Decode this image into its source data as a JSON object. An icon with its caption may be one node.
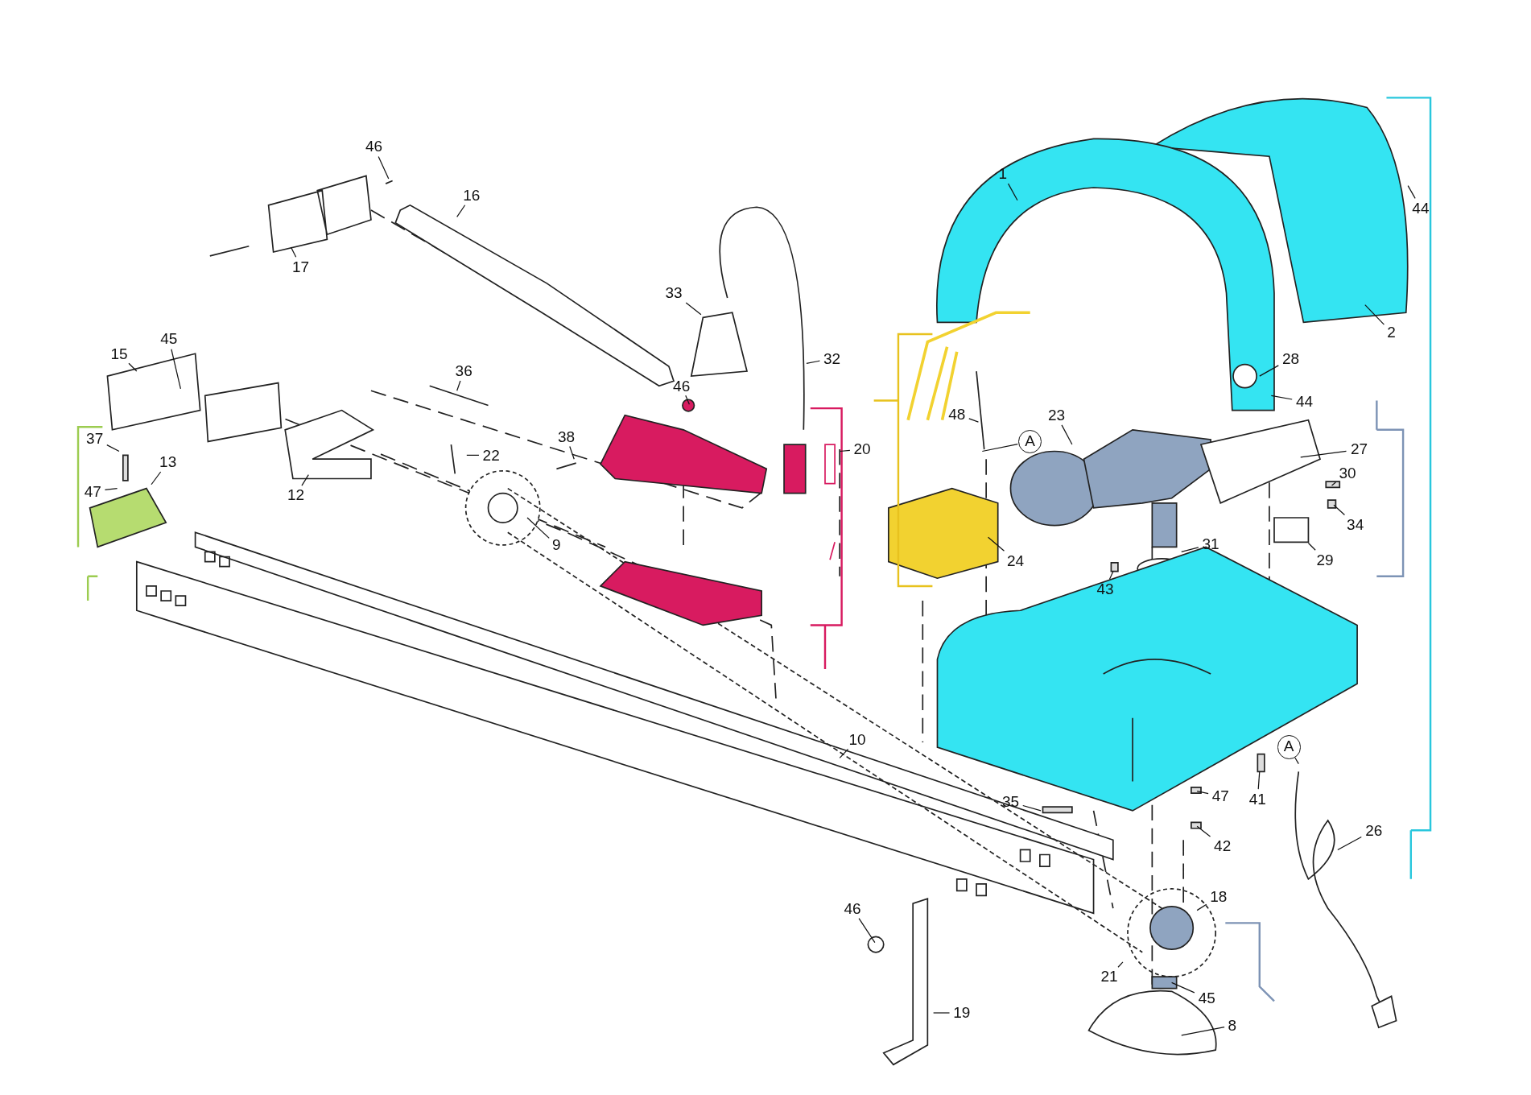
{
  "diagram": {
    "nodes": [
      {
        "text": [
          "46"
        ]
      },
      {
        "text": [
          "16"
        ]
      },
      {
        "text": [
          "17"
        ]
      },
      {
        "text": [
          "15"
        ]
      },
      {
        "text": [
          "45"
        ]
      },
      {
        "text": [
          "36"
        ]
      },
      {
        "text": [
          "33"
        ]
      },
      {
        "text": [
          "32"
        ]
      },
      {
        "text": [
          "46"
        ]
      },
      {
        "text": [
          "38"
        ]
      },
      {
        "text": [
          "20"
        ]
      },
      {
        "text": [
          "22"
        ]
      },
      {
        "text": [
          "12"
        ]
      },
      {
        "text": [
          "37"
        ]
      },
      {
        "text": [
          "13"
        ]
      },
      {
        "text": [
          "47"
        ]
      },
      {
        "text": [
          "9"
        ]
      },
      {
        "text": [
          "1"
        ]
      },
      {
        "text": [
          "44"
        ]
      },
      {
        "text": [
          "2"
        ]
      },
      {
        "text": [
          "28"
        ]
      },
      {
        "text": [
          "44"
        ]
      },
      {
        "text": [
          "48"
        ]
      },
      {
        "text": [
          "23"
        ]
      },
      {
        "text": [
          "A"
        ]
      },
      {
        "text": [
          "27"
        ]
      },
      {
        "text": [
          "30"
        ]
      },
      {
        "text": [
          "34"
        ]
      },
      {
        "text": [
          "29"
        ]
      },
      {
        "text": [
          "31"
        ]
      },
      {
        "text": [
          "24"
        ]
      },
      {
        "text": [
          "43"
        ]
      },
      {
        "text": [
          "10"
        ]
      },
      {
        "text": [
          "35"
        ]
      },
      {
        "text": [
          "47"
        ]
      },
      {
        "text": [
          "41"
        ]
      },
      {
        "text": [
          "42"
        ]
      },
      {
        "text": [
          "A"
        ]
      },
      {
        "text": [
          "26"
        ]
      },
      {
        "text": [
          "18"
        ]
      },
      {
        "text": [
          "46"
        ]
      },
      {
        "text": [
          "21"
        ]
      },
      {
        "text": [
          "45"
        ]
      },
      {
        "text": [
          "19"
        ]
      },
      {
        "text": [
          "8"
        ]
      }
    ],
    "edges": [
      {
        "from": 0,
        "to": null,
        "arrow": "none"
      },
      {
        "from": 1,
        "to": null,
        "arrow": "none"
      },
      {
        "from": 2,
        "to": null,
        "arrow": "none"
      },
      {
        "from": 3,
        "to": null,
        "arrow": "none"
      },
      {
        "from": 4,
        "to": null,
        "arrow": "none"
      },
      {
        "from": 5,
        "to": null,
        "arrow": "none"
      },
      {
        "from": 6,
        "to": null,
        "arrow": "none"
      },
      {
        "from": 7,
        "to": null,
        "arrow": "none"
      },
      {
        "from": 8,
        "to": null,
        "arrow": "none"
      },
      {
        "from": 9,
        "to": null,
        "arrow": "none"
      },
      {
        "from": 10,
        "to": null,
        "arrow": "none"
      },
      {
        "from": 11,
        "to": null,
        "arrow": "none"
      },
      {
        "from": 12,
        "to": null,
        "arrow": "none"
      },
      {
        "from": 13,
        "to": null,
        "arrow": "none"
      },
      {
        "from": 14,
        "to": null,
        "arrow": "none"
      },
      {
        "from": 15,
        "to": null,
        "arrow": "none"
      },
      {
        "from": 16,
        "to": null,
        "arrow": "none"
      },
      {
        "from": 17,
        "to": null,
        "arrow": "none"
      },
      {
        "from": 18,
        "to": null,
        "arrow": "none"
      },
      {
        "from": 19,
        "to": null,
        "arrow": "none"
      },
      {
        "from": 20,
        "to": null,
        "arrow": "none"
      },
      {
        "from": 21,
        "to": null,
        "arrow": "none"
      },
      {
        "from": 22,
        "to": null,
        "arrow": "none"
      },
      {
        "from": 23,
        "to": null,
        "arrow": "none"
      },
      {
        "from": 24,
        "to": null,
        "arrow": "none"
      },
      {
        "from": 25,
        "to": null,
        "arrow": "none"
      },
      {
        "from": 26,
        "to": null,
        "arrow": "none"
      },
      {
        "from": 27,
        "to": null,
        "arrow": "none"
      },
      {
        "from": 28,
        "to": null,
        "arrow": "none"
      },
      {
        "from": 29,
        "to": null,
        "arrow": "none"
      },
      {
        "from": 30,
        "to": null,
        "arrow": "none"
      },
      {
        "from": 31,
        "to": null,
        "arrow": "none"
      },
      {
        "from": 32,
        "to": null,
        "arrow": "none"
      },
      {
        "from": 33,
        "to": null,
        "arrow": "none"
      },
      {
        "from": 34,
        "to": null,
        "arrow": "none"
      },
      {
        "from": 35,
        "to": null,
        "arrow": "none"
      },
      {
        "from": 36,
        "to": null,
        "arrow": "none"
      },
      {
        "from": 37,
        "to": null,
        "arrow": "none"
      },
      {
        "from": 38,
        "to": null,
        "arrow": "none"
      },
      {
        "from": 39,
        "to": null,
        "arrow": "none"
      },
      {
        "from": 40,
        "to": null,
        "arrow": "none"
      },
      {
        "from": 41,
        "to": null,
        "arrow": "none"
      },
      {
        "from": 42,
        "to": null,
        "arrow": "none"
      },
      {
        "from": 43,
        "to": null,
        "arrow": "none"
      },
      {
        "from": 44,
        "to": null,
        "arrow": "none"
      }
    ]
  }
}
